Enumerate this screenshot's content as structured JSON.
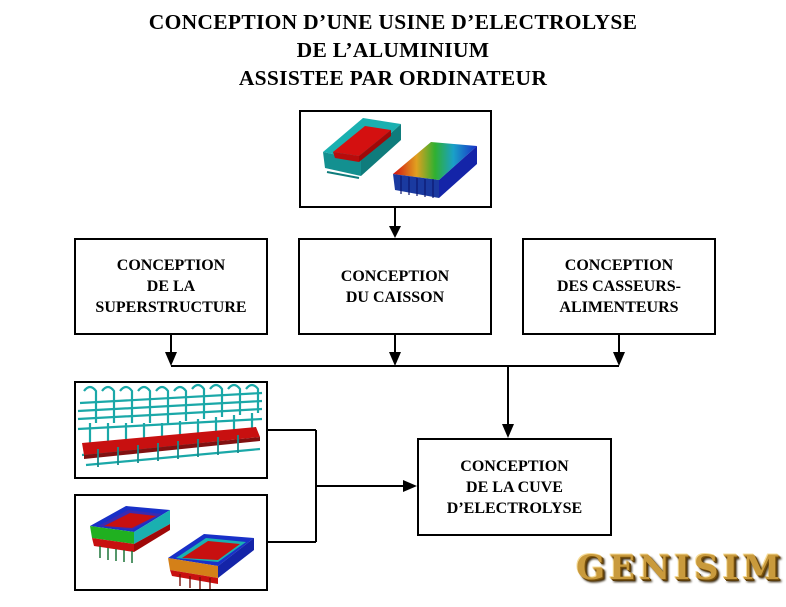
{
  "title": {
    "line1": "CONCEPTION D’UNE USINE D’ELECTROLYSE",
    "line2": "DE L’ALUMINIUM",
    "line3": "ASSISTEE PAR ORDINATEUR"
  },
  "boxes": {
    "superstructure": [
      "CONCEPTION",
      "DE LA",
      "SUPERSTRUCTURE"
    ],
    "caisson": [
      "CONCEPTION",
      "DU CAISSON"
    ],
    "casseurs": [
      "CONCEPTION",
      "DES CASSEURS-",
      "ALIMENTEURS"
    ],
    "cuve": [
      "CONCEPTION",
      "DE LA CUVE",
      "D’ELECTROLYSE"
    ]
  },
  "logo": "GENISIM",
  "colors": {
    "line": "#000000",
    "hot": "#d41010",
    "shell": "#1ab0b0",
    "cold": "#1830c8",
    "green": "#20b020",
    "logo_gold": "#c99a3c"
  }
}
